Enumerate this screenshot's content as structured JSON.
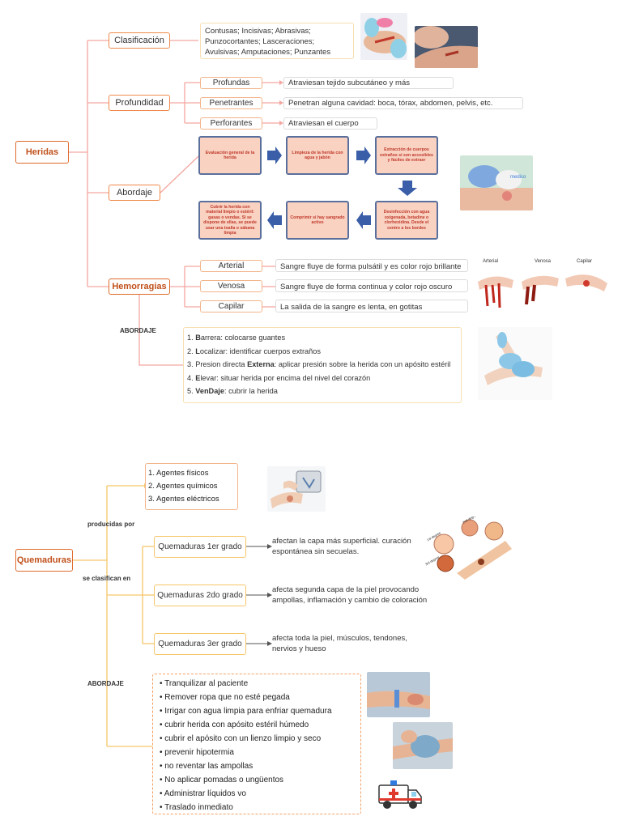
{
  "heridas": {
    "title": "Heridas",
    "clasificacion": {
      "label": "Clasificación",
      "desc_line1": "Contusas; Incisivas; Abrasivas;",
      "desc_line2": "Punzocortantes; Lasceraciones;",
      "desc_line3": "Avulsivas; Amputaciones; Punzantes"
    },
    "profundidad": {
      "label": "Profundidad",
      "items": [
        {
          "label": "Profundas",
          "desc": "Atraviesan tejido subcutáneo y más"
        },
        {
          "label": "Penetrantes",
          "desc": "Penetran alguna cavidad: boca, tórax, abdomen, pelvis, etc."
        },
        {
          "label": "Perforantes",
          "desc": "Atraviesan el cuerpo"
        }
      ]
    },
    "abordaje": {
      "label": "Abordaje",
      "steps": [
        "Evaluación general de la herida",
        "Limpieza de la herida con agua y jabón",
        "Extracción de cuerpos extraños si son accesibles y fáciles de extraer",
        "Desinfección con agua oxigenada, betadine o clorhexidina. Desde el centro a los bordes",
        "Comprimir si hay sangrado activo",
        "Cubrir la herida con material limpio o estéril: gasas o vendas. Si se dispone de ellas, se puede usar una toalla o sábana limpia"
      ],
      "photo_caption": "medico"
    },
    "hemorragias": {
      "label": "Hemorragias",
      "items": [
        {
          "label": "Arterial",
          "desc": "Sangre fluye de forma pulsátil y es color rojo brillante"
        },
        {
          "label": "Venosa",
          "desc": "Sangre fluye de forma continua y color rojo oscuro"
        },
        {
          "label": "Capilar",
          "desc": "La salida de la sangre es lenta, en gotitas"
        }
      ],
      "image_labels": [
        "Arterial",
        "Venosa",
        "Capilar"
      ],
      "abordaje_label": "ABORDAJE",
      "steps": [
        {
          "num": "1. ",
          "key": "B",
          "rest": "arrera: colocarse guantes"
        },
        {
          "num": "2. ",
          "key": "L",
          "rest": "ocalizar: identificar cuerpos extraños"
        },
        {
          "num": "3. ",
          "key": "",
          "rest_pre": "Presion directa ",
          "bold": "Externa",
          "rest": ": aplicar presión sobre la herida con un apósito estéril"
        },
        {
          "num": "4. ",
          "key": "E",
          "rest": "levar: situar herida por encima del nivel del corazón"
        },
        {
          "num": "5. ",
          "key": "VenDaje",
          "rest": ": cubrir la herida"
        }
      ]
    }
  },
  "quemaduras": {
    "title": "Quemaduras",
    "producidas_label": "producidas por",
    "clasifican_label": "se clasifican en",
    "abordaje_label": "ABORDAJE",
    "agentes": [
      "1. Agentes físicos",
      "2. Agentes químicos",
      "3. Agentes eléctricos"
    ],
    "grados": [
      {
        "label": "Quemaduras 1er grado",
        "desc": "afectan la capa más superficial. curación espontánea sin secuelas."
      },
      {
        "label": "Quemaduras 2do grado",
        "desc": "afecta segunda capa de la piel provocando ampollas, inflamación y cambio de coloración"
      },
      {
        "label": "Quemaduras 3er grado",
        "desc": "afecta toda la piel, músculos, tendones, nervios y hueso"
      }
    ],
    "degree_labels": [
      "1st degree",
      "2nd degree",
      "3rd degree"
    ],
    "abordaje_items": [
      "Tranquilizar al paciente",
      "Remover ropa que no esté pegada",
      "Irrigar con agua limpia para enfriar quemadura",
      "cubrir herida con apósito estéril húmedo",
      "cubrir el apósito con un lienzo limpio y seco",
      "prevenir hipotermia",
      "no reventar las ampollas",
      "No aplicar pomadas o ungüentos",
      "Administrar líquidos vo",
      "Traslado inmediato"
    ]
  },
  "colors": {
    "orange_line": "#f4a6a0",
    "orange_border": "#e06a2a",
    "yellow_line": "#f6c66a",
    "step_fill": "#f9d2c2",
    "step_border": "#5b6f9c",
    "arrow": "#3a5ea8"
  }
}
